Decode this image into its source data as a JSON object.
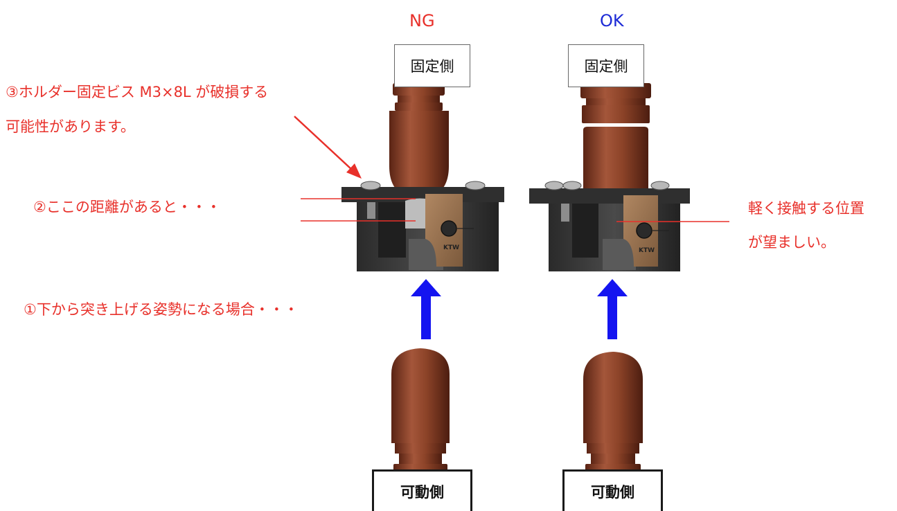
{
  "ng_panel": {
    "status": "NG",
    "status_color": "#e8302a",
    "fixed_label": "固定側",
    "movable_label": "可動側"
  },
  "ok_panel": {
    "status": "OK",
    "status_color": "#1d2bd6",
    "fixed_label": "固定側",
    "movable_label": "可動側"
  },
  "annotations": {
    "note_3_line1": "③ホルダー固定ビス M3×8L が破損する",
    "note_3_line2": "可能性があります。",
    "note_2": "②ここの距離があると・・・",
    "note_1": "①下から突き上げる姿勢になる場合・・・",
    "note_ok_line1": "軽く接触する位置",
    "note_ok_line2": "が望ましい。"
  },
  "holder_engraving": "KTW",
  "colors": {
    "annotation_red": "#e8302a",
    "arrow_blue": "#1414f0",
    "pin_copper": "#8a3f25",
    "holder_dark": "#3a3a3a",
    "plate_bronze": "#9c7550"
  }
}
